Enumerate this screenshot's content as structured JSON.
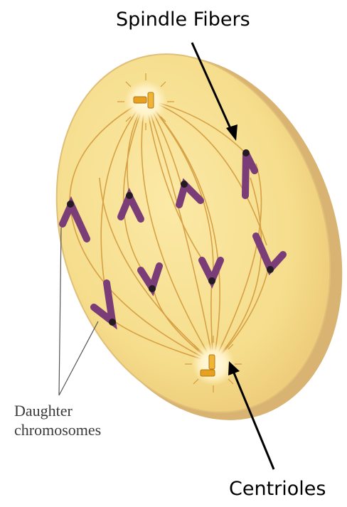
{
  "labels": {
    "spindle_fibers": "Spindle Fibers",
    "centrioles": "Centrioles",
    "daughter_line1": "Daughter",
    "daughter_line2": "chromosomes"
  },
  "colors": {
    "cell_fill": "#f5dd8c",
    "cell_shadow": "#d8b070",
    "fiber": "#d49a3c",
    "chromosome": "#7a3d78",
    "centromere": "#241a24",
    "centriole": "#e8a020",
    "aster": "#fff6d6",
    "arrow": "#000000"
  },
  "icons": [
    "centriole-icon",
    "chromosome-icon"
  ]
}
